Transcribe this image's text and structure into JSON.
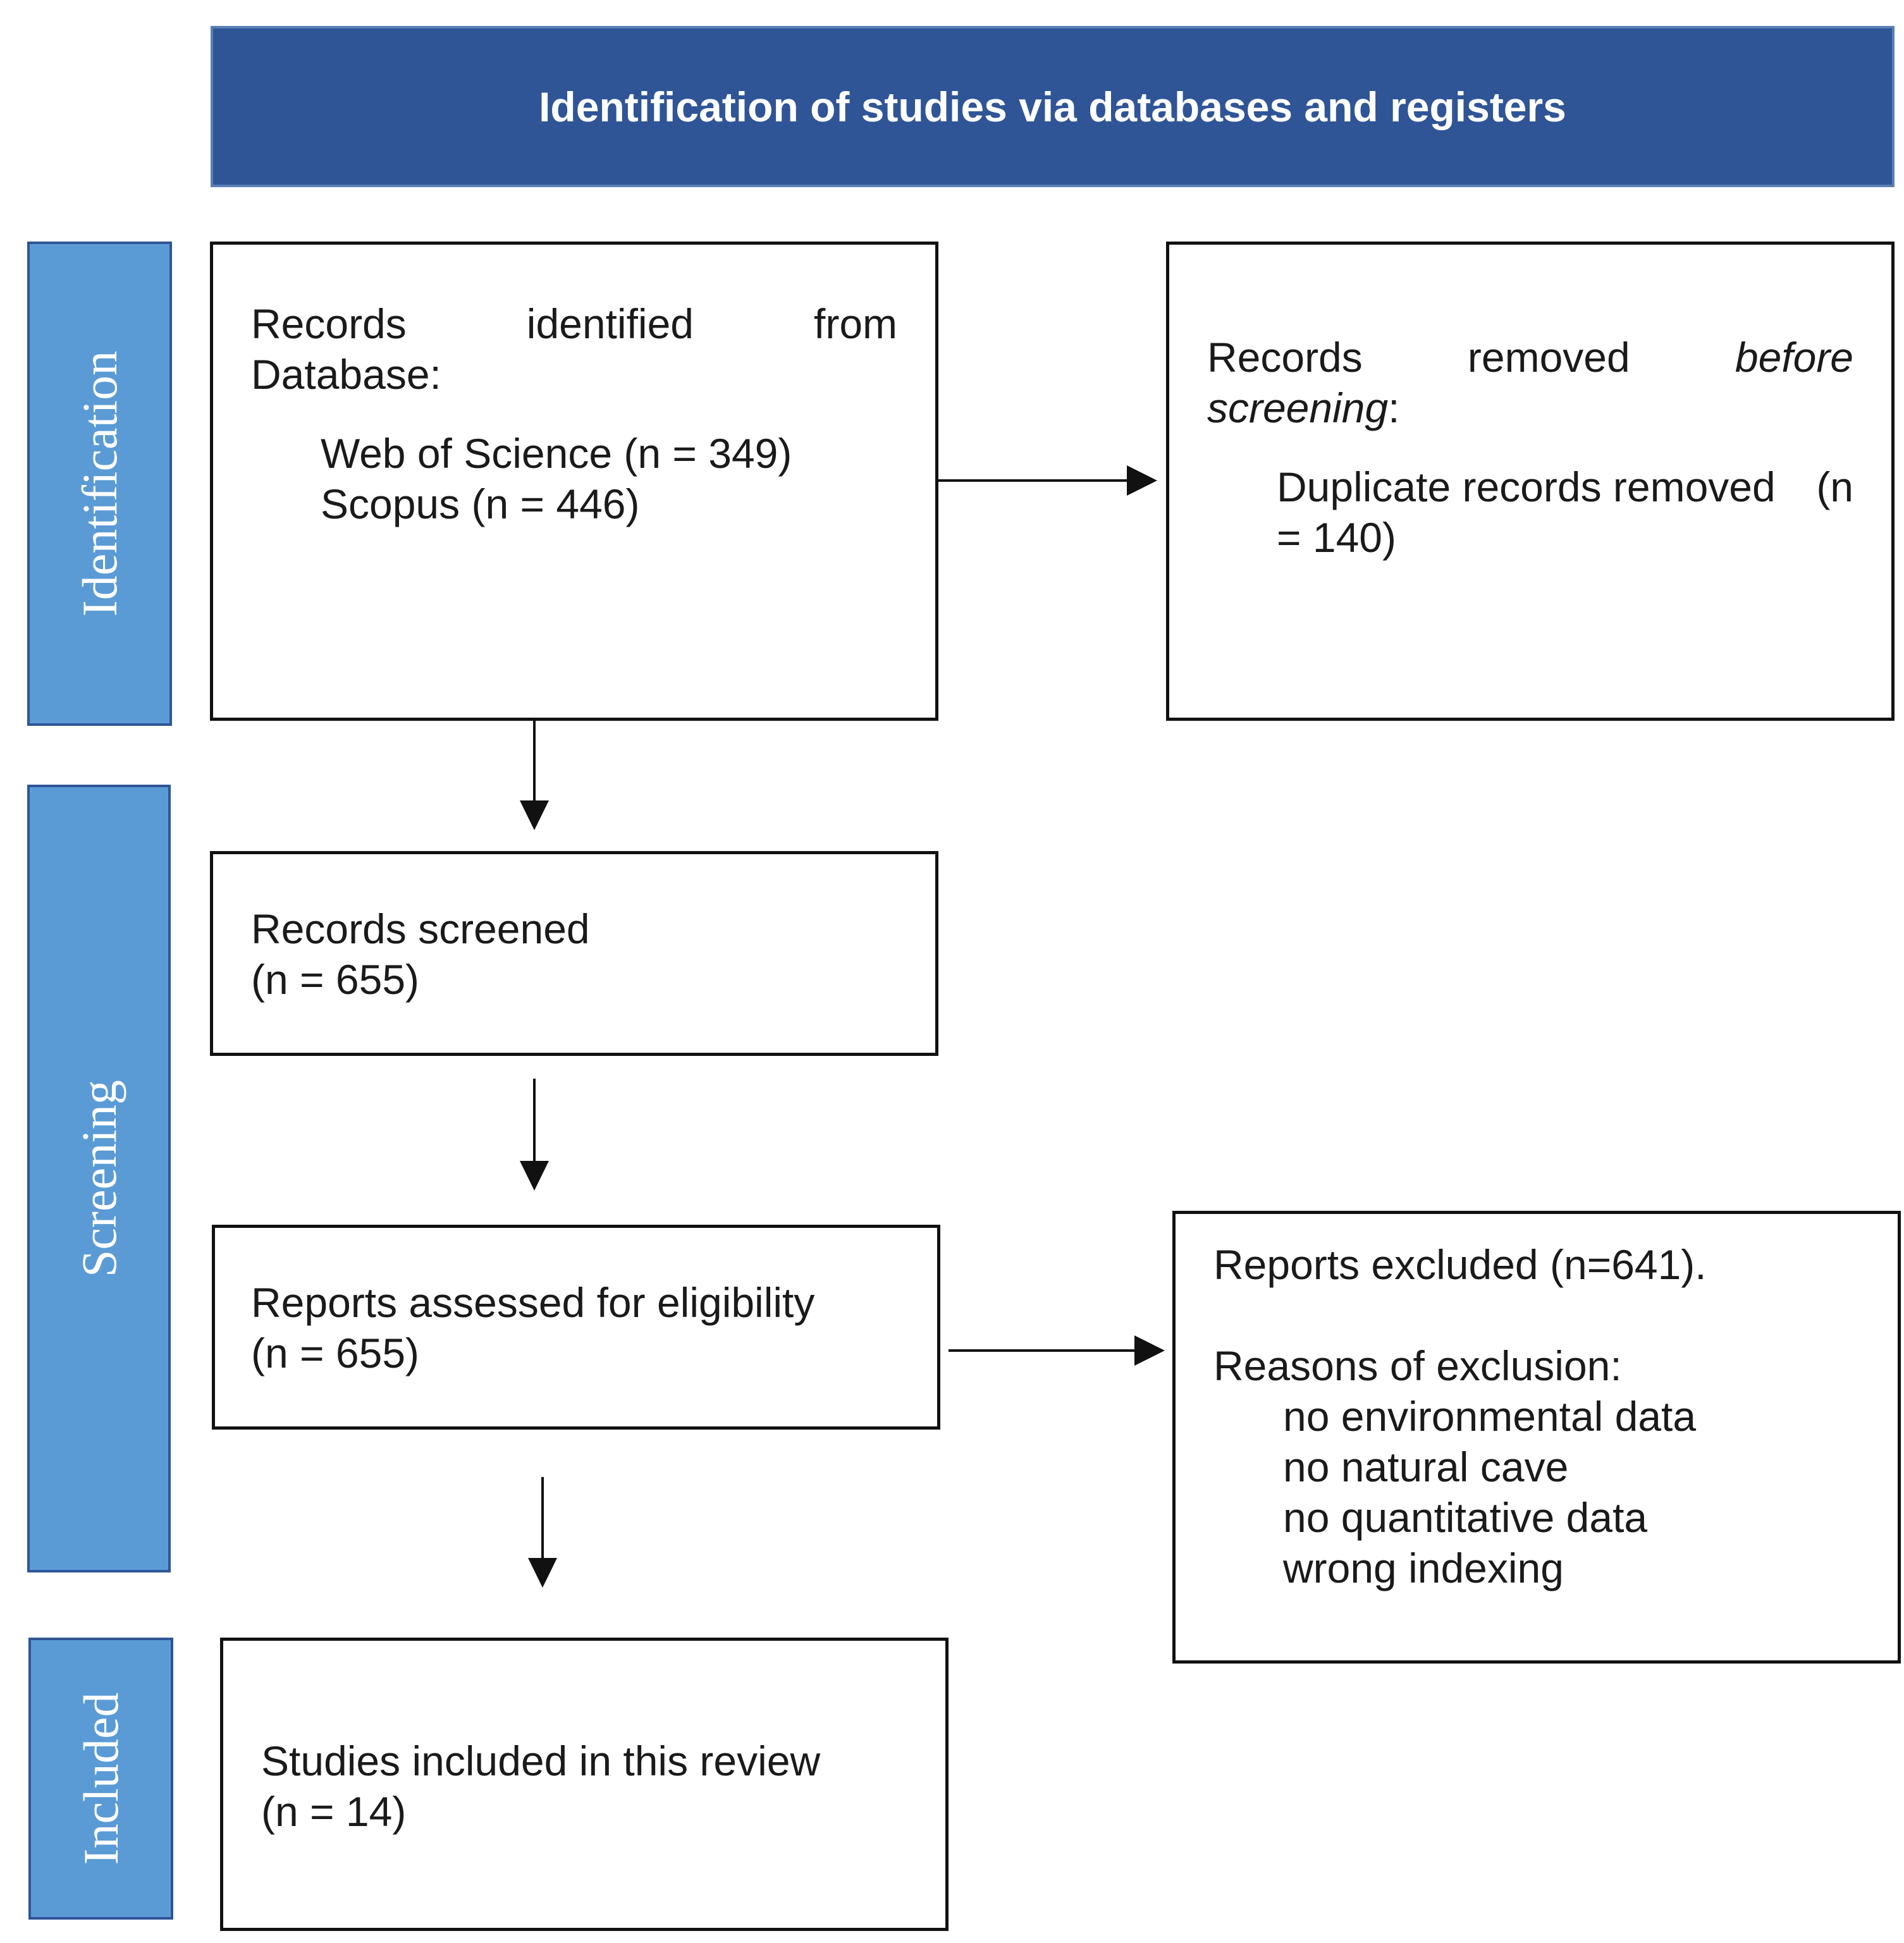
{
  "colors": {
    "header_fill": "#2f5597",
    "phase_fill": "#5b9bd5",
    "line": "#111111"
  },
  "header": {
    "title": "Identification of studies via databases and registers"
  },
  "phases": {
    "identification": "Identification",
    "screening": "Screening",
    "included": "Included"
  },
  "boxes": {
    "records_identified": {
      "heading_words": [
        "Records",
        "identified",
        "from"
      ],
      "heading_line2": "Database:",
      "items": [
        "Web of Science (n = 349)",
        "Scopus (n = 446)"
      ]
    },
    "records_removed": {
      "heading_words": [
        "Records",
        "removed",
        "before"
      ],
      "heading_line2": "screening",
      "heading_line2_suffix": ":",
      "item_line1": "Duplicate records removed",
      "item_line1_tail": "(n",
      "item_line2": "= 140)"
    },
    "records_screened": {
      "line1": "Records screened",
      "line2": "(n = 655)"
    },
    "reports_assessed": {
      "line1": "Reports assessed for eligibility",
      "line2": "(n = 655)"
    },
    "reports_excluded": {
      "line1": "Reports excluded (n=641).",
      "line2": "Reasons of exclusion:",
      "reasons": [
        "no environmental data",
        "no natural cave",
        "no quantitative data",
        "wrong indexing"
      ]
    },
    "studies_included": {
      "line1": "Studies included in this review",
      "line2": "(n = 14)"
    }
  }
}
